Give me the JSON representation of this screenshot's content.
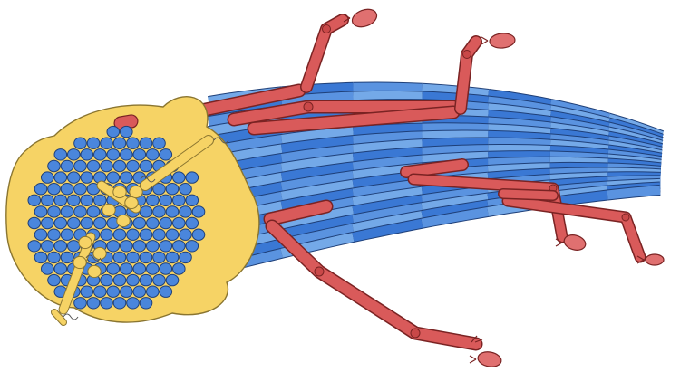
{
  "diagram": {
    "colors": {
      "background": "#ffffff",
      "fiber_dark": "#3a78d4",
      "fiber_light": "#74a9e8",
      "fiber_outline": "#1e3f78",
      "fiber_end": "#4a86dc",
      "sheath": "#f6d365",
      "sheath_outline": "#8a7530",
      "axon": "#d95a5a",
      "axon_outline": "#7a2323",
      "axon_tip": "#e07070"
    },
    "parts": [
      "fiber-bundle",
      "sheath-cells",
      "vessel-segments",
      "cross-section-fiber-ends",
      "terminal-blobs"
    ]
  }
}
